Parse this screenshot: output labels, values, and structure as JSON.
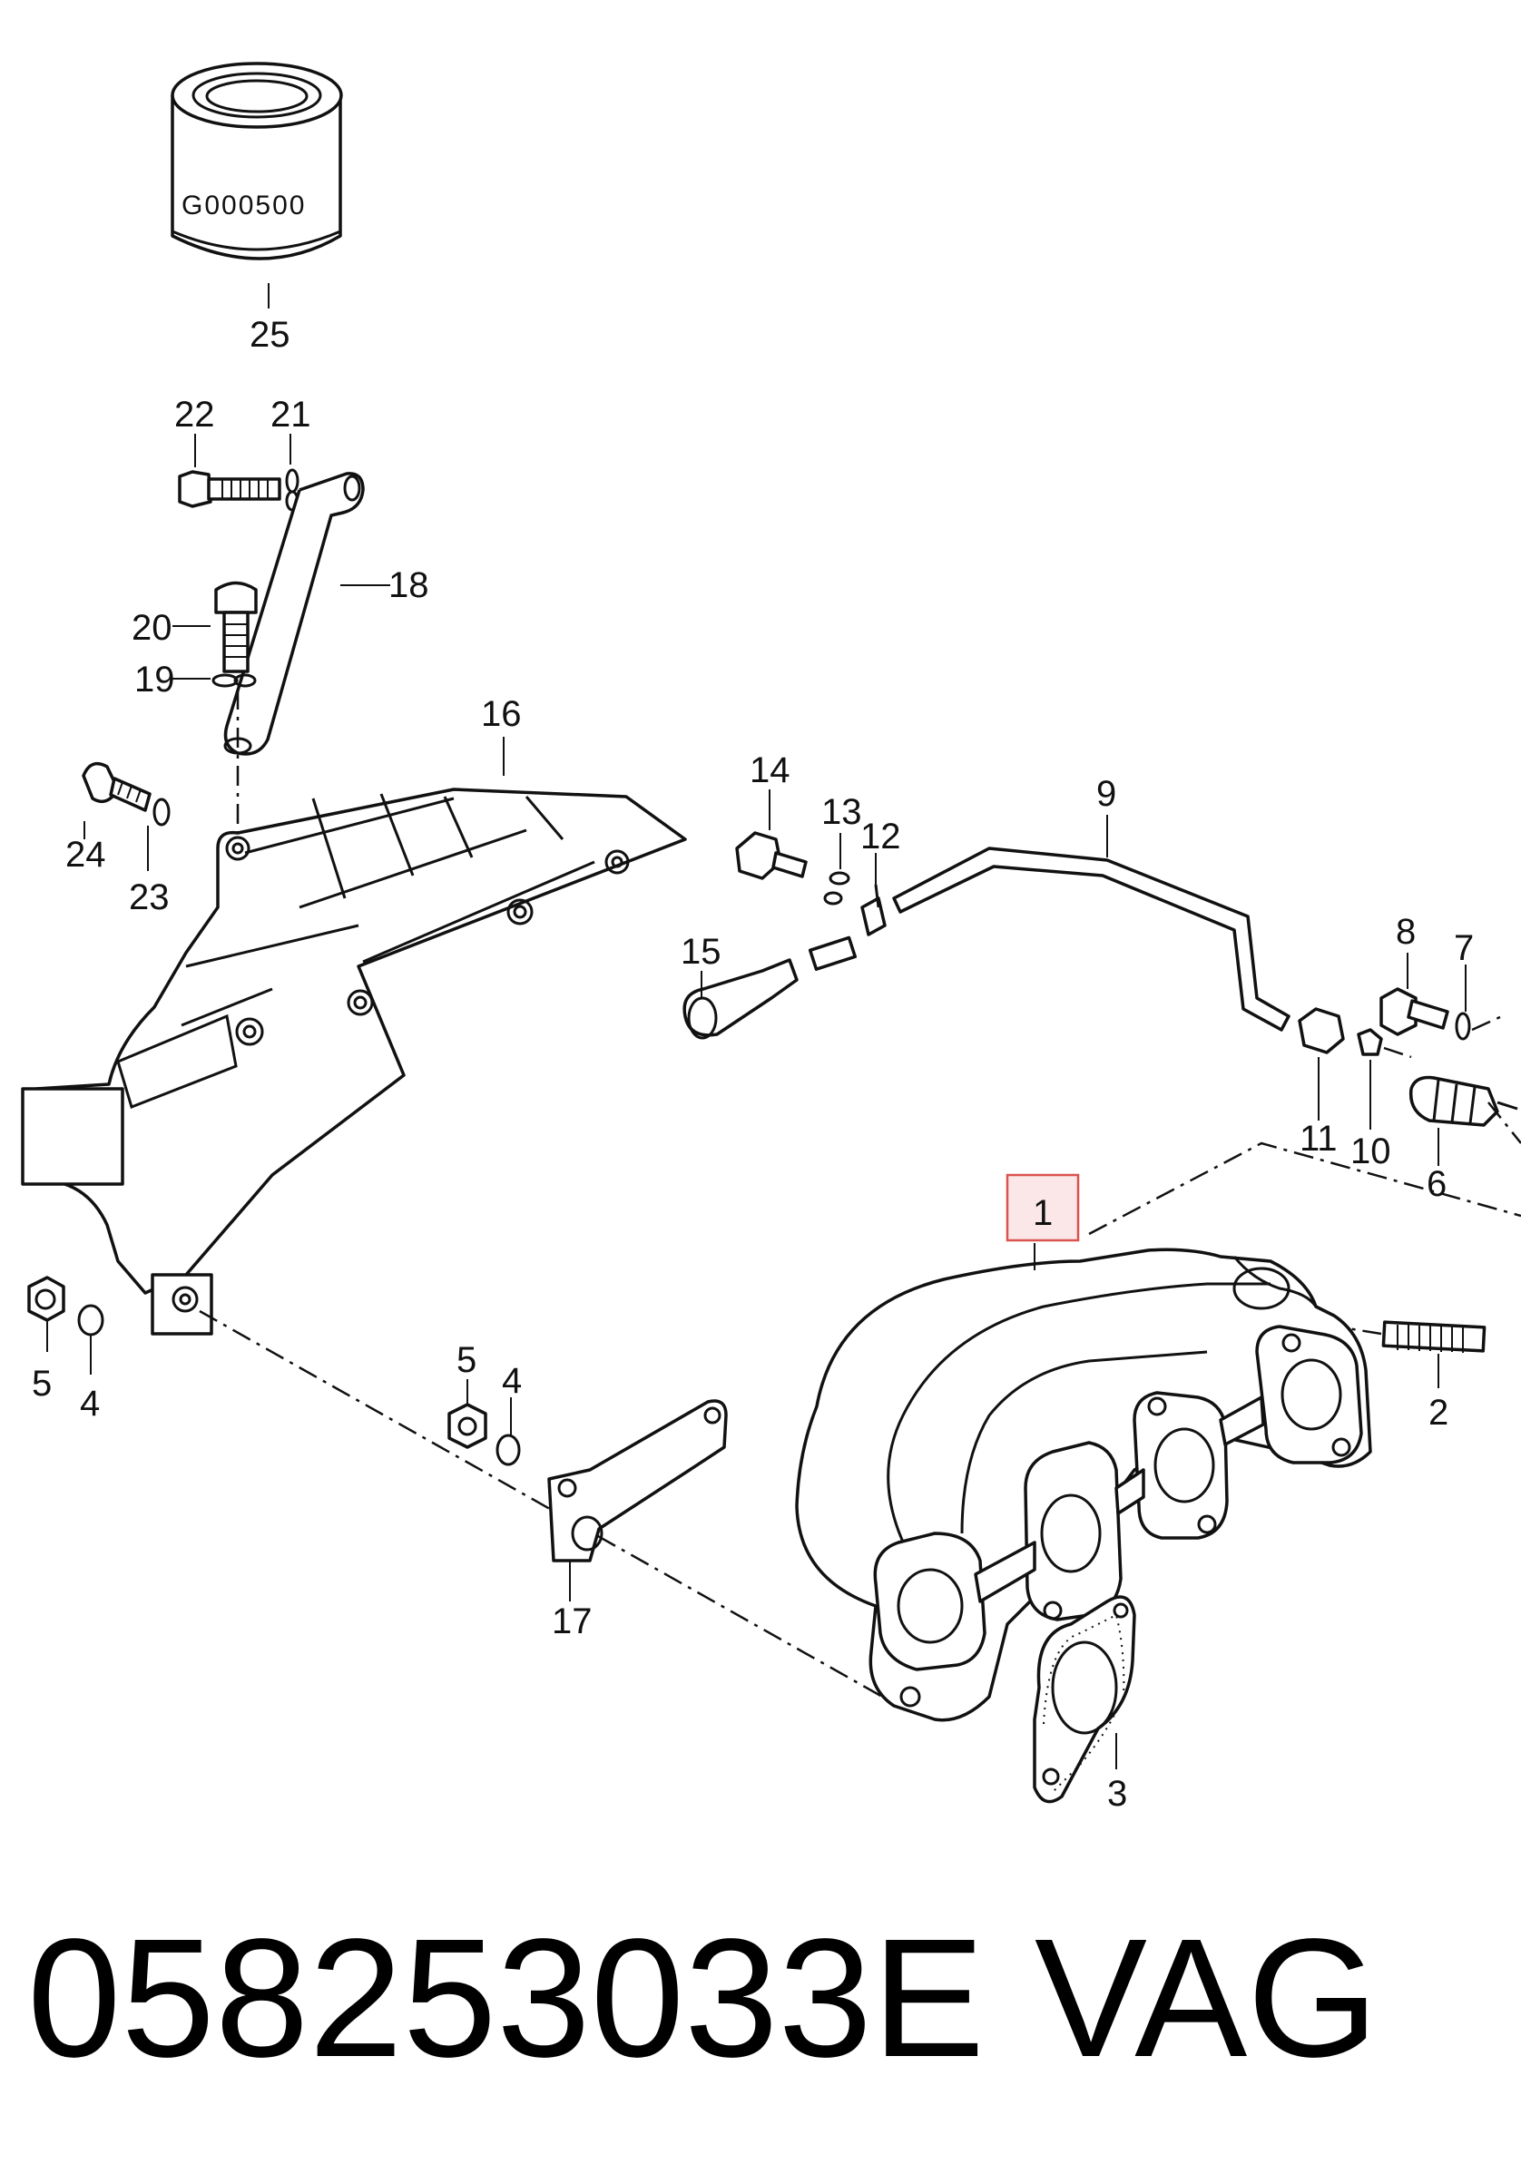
{
  "diagram": {
    "canister_text": "G000500",
    "callouts": [
      {
        "id": "c1",
        "text": "1",
        "highlighted": true
      },
      {
        "id": "c2",
        "text": "2"
      },
      {
        "id": "c3",
        "text": "3"
      },
      {
        "id": "c4a",
        "text": "4"
      },
      {
        "id": "c4b",
        "text": "4"
      },
      {
        "id": "c5a",
        "text": "5"
      },
      {
        "id": "c5b",
        "text": "5"
      },
      {
        "id": "c6",
        "text": "6"
      },
      {
        "id": "c7",
        "text": "7"
      },
      {
        "id": "c8",
        "text": "8"
      },
      {
        "id": "c9",
        "text": "9"
      },
      {
        "id": "c10",
        "text": "10"
      },
      {
        "id": "c11",
        "text": "11"
      },
      {
        "id": "c12",
        "text": "12"
      },
      {
        "id": "c13",
        "text": "13"
      },
      {
        "id": "c14",
        "text": "14"
      },
      {
        "id": "c15",
        "text": "15"
      },
      {
        "id": "c16",
        "text": "16"
      },
      {
        "id": "c17",
        "text": "17"
      },
      {
        "id": "c18",
        "text": "18"
      },
      {
        "id": "c19",
        "text": "19"
      },
      {
        "id": "c20",
        "text": "20"
      },
      {
        "id": "c21",
        "text": "21"
      },
      {
        "id": "c22",
        "text": "22"
      },
      {
        "id": "c23",
        "text": "23"
      },
      {
        "id": "c24",
        "text": "24"
      },
      {
        "id": "c25",
        "text": "25"
      }
    ],
    "highlight_color": "#d9534f"
  },
  "footer": {
    "part_number": "058253033E",
    "brand": "VAG"
  }
}
